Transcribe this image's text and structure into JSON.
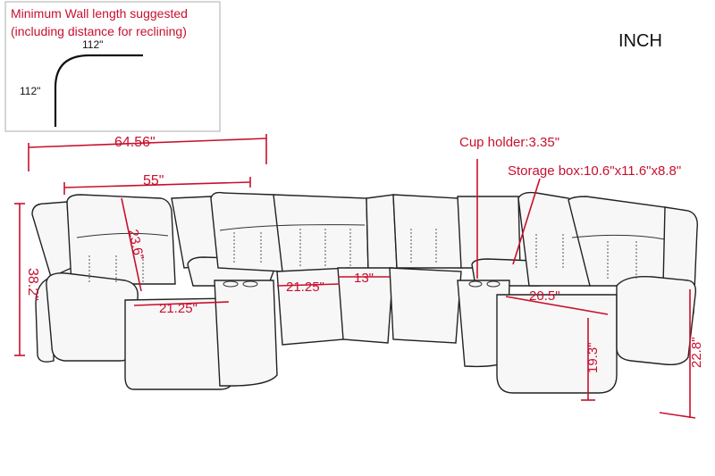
{
  "unit_label": "INCH",
  "wall_box": {
    "title_line1": "Minimum Wall length suggested",
    "title_line2": "(including distance for reclining)",
    "horizontal": "112\"",
    "vertical": "112\""
  },
  "dimensions": {
    "overall_width": "64.56\"",
    "seat_section_width": "55\"",
    "back_height": "23.6\"",
    "overall_height": "38.2\"",
    "seat_width_left": "21.25\"",
    "seat_width_middle": "21.25\"",
    "corner_width": "13\"",
    "seat_width_right": "20.5\"",
    "seat_height": "19.3\"",
    "depth_right": "22.8\"",
    "cup_holder": "Cup holder:3.35\"",
    "storage_box": "Storage box:10.6\"x11.6\"x8.8\""
  }
}
